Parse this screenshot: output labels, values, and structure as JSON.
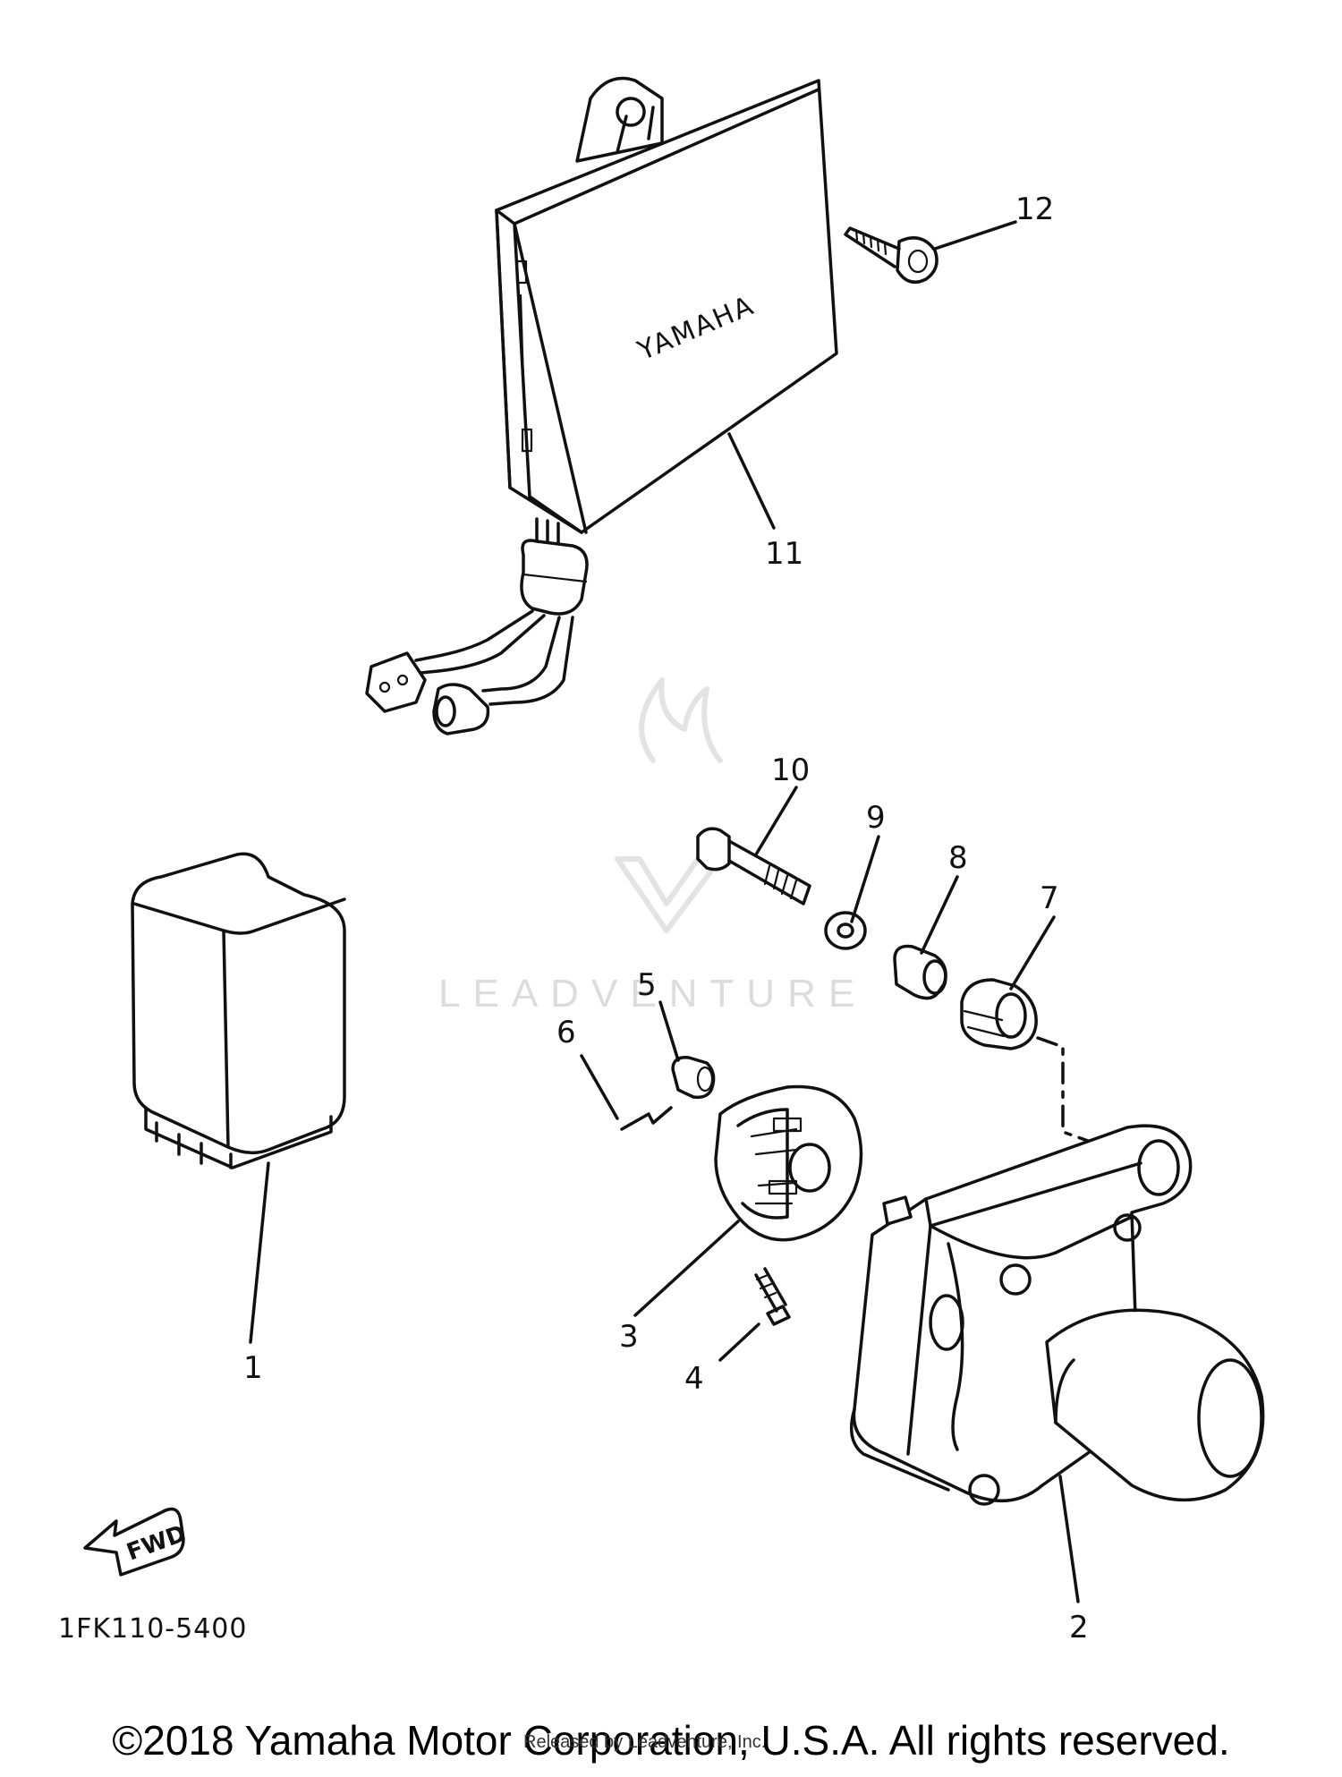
{
  "diagram": {
    "code": "1FK110-5400",
    "fwd_label": "FWD",
    "brand_mark": "YAMAHA",
    "watermark": "LEADVENTURE",
    "callouts": [
      "1",
      "2",
      "3",
      "4",
      "5",
      "6",
      "7",
      "8",
      "9",
      "10",
      "11",
      "12"
    ]
  },
  "footer": {
    "copyright": "©2018 Yamaha Motor Corporation, U.S.A. All rights reserved.",
    "small_note": "Released by Leadventure, Inc."
  },
  "colors": {
    "line": "#111111",
    "watermark": "#d9d9d9",
    "background": "#ffffff"
  }
}
